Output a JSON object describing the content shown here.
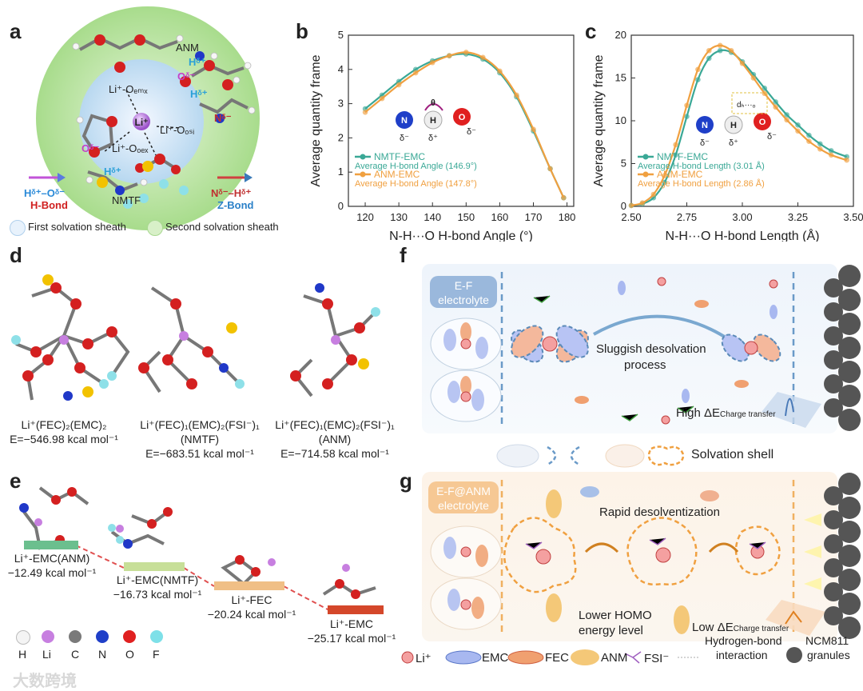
{
  "panels": {
    "a": "a",
    "b": "b",
    "c": "c",
    "d": "d",
    "e": "e",
    "f": "f",
    "g": "g"
  },
  "panel_a": {
    "center": "Li⁺",
    "labels": {
      "emc": "Li⁺-Oₑₘₓ",
      "fsi": "Li⁺-Oₒₛᵢ",
      "fec": "Li⁺-Oₒₑₓ",
      "anm": "ANM",
      "nmtf": "NMTF",
      "h1": "Hᵟ⁺",
      "h2": "Hᵟ⁺",
      "h3": "Hᵟ⁺",
      "o1": "Oᵟ⁻",
      "o2": "Oᵟ⁻",
      "n1": "Nᵟ⁻"
    },
    "hbond_pair": "Hᵟ⁺–Oᵟ⁻",
    "hbond": "H-Bond",
    "zbond_pair": "Nᵟ⁻–Hᵟ⁺",
    "zbond": "Z-Bond",
    "legend_first": "First solvation sheath",
    "legend_second": "Second solvation sheath"
  },
  "chart_data": [
    {
      "type": "line",
      "panel": "b",
      "xlabel": "N-H···O H-bond Angle (°)",
      "ylabel": "Average quantity frame",
      "xlim": [
        115,
        182
      ],
      "ylim": [
        0,
        5
      ],
      "xticks": [
        120,
        130,
        140,
        150,
        160,
        170,
        180
      ],
      "yticks": [
        0,
        1,
        2,
        3,
        4,
        5
      ],
      "series": [
        {
          "name": "NMTF-EMC",
          "color": "#3aa896",
          "x": [
            120,
            125,
            130,
            135,
            140,
            145,
            150,
            155,
            160,
            165,
            170,
            175,
            179
          ],
          "y": [
            2.85,
            3.25,
            3.65,
            4.0,
            4.25,
            4.4,
            4.45,
            4.3,
            3.9,
            3.2,
            2.2,
            1.1,
            0.25
          ]
        },
        {
          "name": "ANM-EMC",
          "color": "#f0a040",
          "x": [
            120,
            125,
            130,
            135,
            140,
            145,
            150,
            155,
            160,
            165,
            170,
            175,
            179
          ],
          "y": [
            2.75,
            3.15,
            3.55,
            3.9,
            4.2,
            4.4,
            4.5,
            4.35,
            3.95,
            3.25,
            2.25,
            1.1,
            0.25
          ]
        }
      ],
      "annotations": [
        "Average H-bond Angle (146.9°)",
        "Average H-bond Angle (147.8°)"
      ],
      "schematic": {
        "n": "N",
        "h": "H",
        "o": "O",
        "theta": "θ",
        "dminus1": "δ⁻",
        "dplus": "δ⁺",
        "dminus2": "δ⁻"
      }
    },
    {
      "type": "line",
      "panel": "c",
      "xlabel": "N-H···O H-bond Length (Å)",
      "ylabel": "Average quantity frame",
      "xlim": [
        2.5,
        3.5
      ],
      "ylim": [
        0,
        20
      ],
      "xticks": [
        2.5,
        2.75,
        3.0,
        3.25,
        3.5
      ],
      "xtick_labels": [
        "2.50",
        "2.75",
        "3.00",
        "3.25",
        "3.50"
      ],
      "yticks": [
        0,
        5,
        10,
        15,
        20
      ],
      "series": [
        {
          "name": "NMTF-EMC",
          "color": "#3aa896",
          "x": [
            2.5,
            2.55,
            2.6,
            2.65,
            2.7,
            2.75,
            2.8,
            2.85,
            2.9,
            2.95,
            3.0,
            3.05,
            3.1,
            3.15,
            3.2,
            3.25,
            3.3,
            3.35,
            3.4,
            3.47
          ],
          "y": [
            0.1,
            0.3,
            1.0,
            2.8,
            6.0,
            10.5,
            14.8,
            17.3,
            18.2,
            18.0,
            16.9,
            15.4,
            13.8,
            12.2,
            10.7,
            9.5,
            8.3,
            7.3,
            6.5,
            5.8
          ]
        },
        {
          "name": "ANM-EMC",
          "color": "#f0a040",
          "x": [
            2.5,
            2.55,
            2.6,
            2.65,
            2.7,
            2.75,
            2.8,
            2.85,
            2.9,
            2.95,
            3.0,
            3.05,
            3.1,
            3.15,
            3.2,
            3.25,
            3.3,
            3.35,
            3.4,
            3.47
          ],
          "y": [
            0.1,
            0.4,
            1.4,
            3.6,
            7.2,
            11.8,
            16.0,
            18.2,
            18.8,
            18.2,
            16.7,
            15.0,
            13.2,
            11.6,
            10.1,
            8.8,
            7.6,
            6.7,
            6.0,
            5.4
          ]
        }
      ],
      "annotations": [
        "Average H-bond Length (3.01 Å)",
        "Average H-bond Length (2.86 Å)"
      ],
      "schematic": {
        "n": "N",
        "h": "H",
        "o": "O",
        "d": "dₕ···ₒ",
        "dminus1": "δ⁻",
        "dplus": "δ⁺",
        "dminus2": "δ⁻"
      }
    }
  ],
  "panel_d": [
    {
      "formula": "Li⁺(FEC)₂(EMC)₂",
      "sub": "",
      "energy": "E=−546.98 kcal mol⁻¹"
    },
    {
      "formula": "Li⁺(FEC)₁(EMC)₂(FSI⁻)₁",
      "sub": "(NMTF)",
      "energy": "E=−683.51 kcal mol⁻¹"
    },
    {
      "formula": "Li⁺(FEC)₁(EMC)₂(FSI⁻)₁",
      "sub": "(ANM)",
      "energy": "E=−714.58 kcal mol⁻¹"
    }
  ],
  "panel_e": {
    "levels": [
      {
        "name": "Li⁺-EMC(ANM)",
        "energy": "−12.49 kcal mol⁻¹",
        "color": "#6bbf8e"
      },
      {
        "name": "Li⁺-EMC(NMTF)",
        "energy": "−16.73 kcal mol⁻¹",
        "color": "#c7df98"
      },
      {
        "name": "Li⁺-FEC",
        "energy": "−20.24 kcal mol⁻¹",
        "color": "#f0bf86"
      },
      {
        "name": "Li⁺-EMC",
        "energy": "−25.17 kcal mol⁻¹",
        "color": "#d4472a"
      }
    ],
    "atoms": [
      {
        "sym": "H",
        "color": "#f4f4f4"
      },
      {
        "sym": "Li",
        "color": "#c77fe0"
      },
      {
        "sym": "C",
        "color": "#7a7a7a"
      },
      {
        "sym": "N",
        "color": "#1f3fc8"
      },
      {
        "sym": "O",
        "color": "#e02020"
      },
      {
        "sym": "F",
        "color": "#7ee0e8"
      }
    ]
  },
  "panel_f": {
    "electrolyte_line1": "E-F",
    "electrolyte_line2": "electrolyte",
    "process_line1": "Sluggish desolvation",
    "process_line2": "process",
    "high_prefix": "High ΔE",
    "high_sub": "Charge transfer",
    "solvation_shell": "Solvation shell"
  },
  "panel_g": {
    "electrolyte_line1": "E-F@ANM",
    "electrolyte_line2": "electrolyte",
    "rapid": "Rapid desolventization",
    "homo_line1": "Lower HOMO",
    "homo_line2": "energy level",
    "low_prefix": "Low ΔE",
    "low_sub": "Charge transfer"
  },
  "legend_g": {
    "li": "Li⁺",
    "emc": "EMC",
    "fec": "FEC",
    "anm": "ANM",
    "fsi": "FSI⁻",
    "hbond_line1": "Hydrogen-bond",
    "hbond_line2": "interaction",
    "ncm_line1": "NCM811",
    "ncm_line2": "granules"
  },
  "watermark": "大数跨境"
}
